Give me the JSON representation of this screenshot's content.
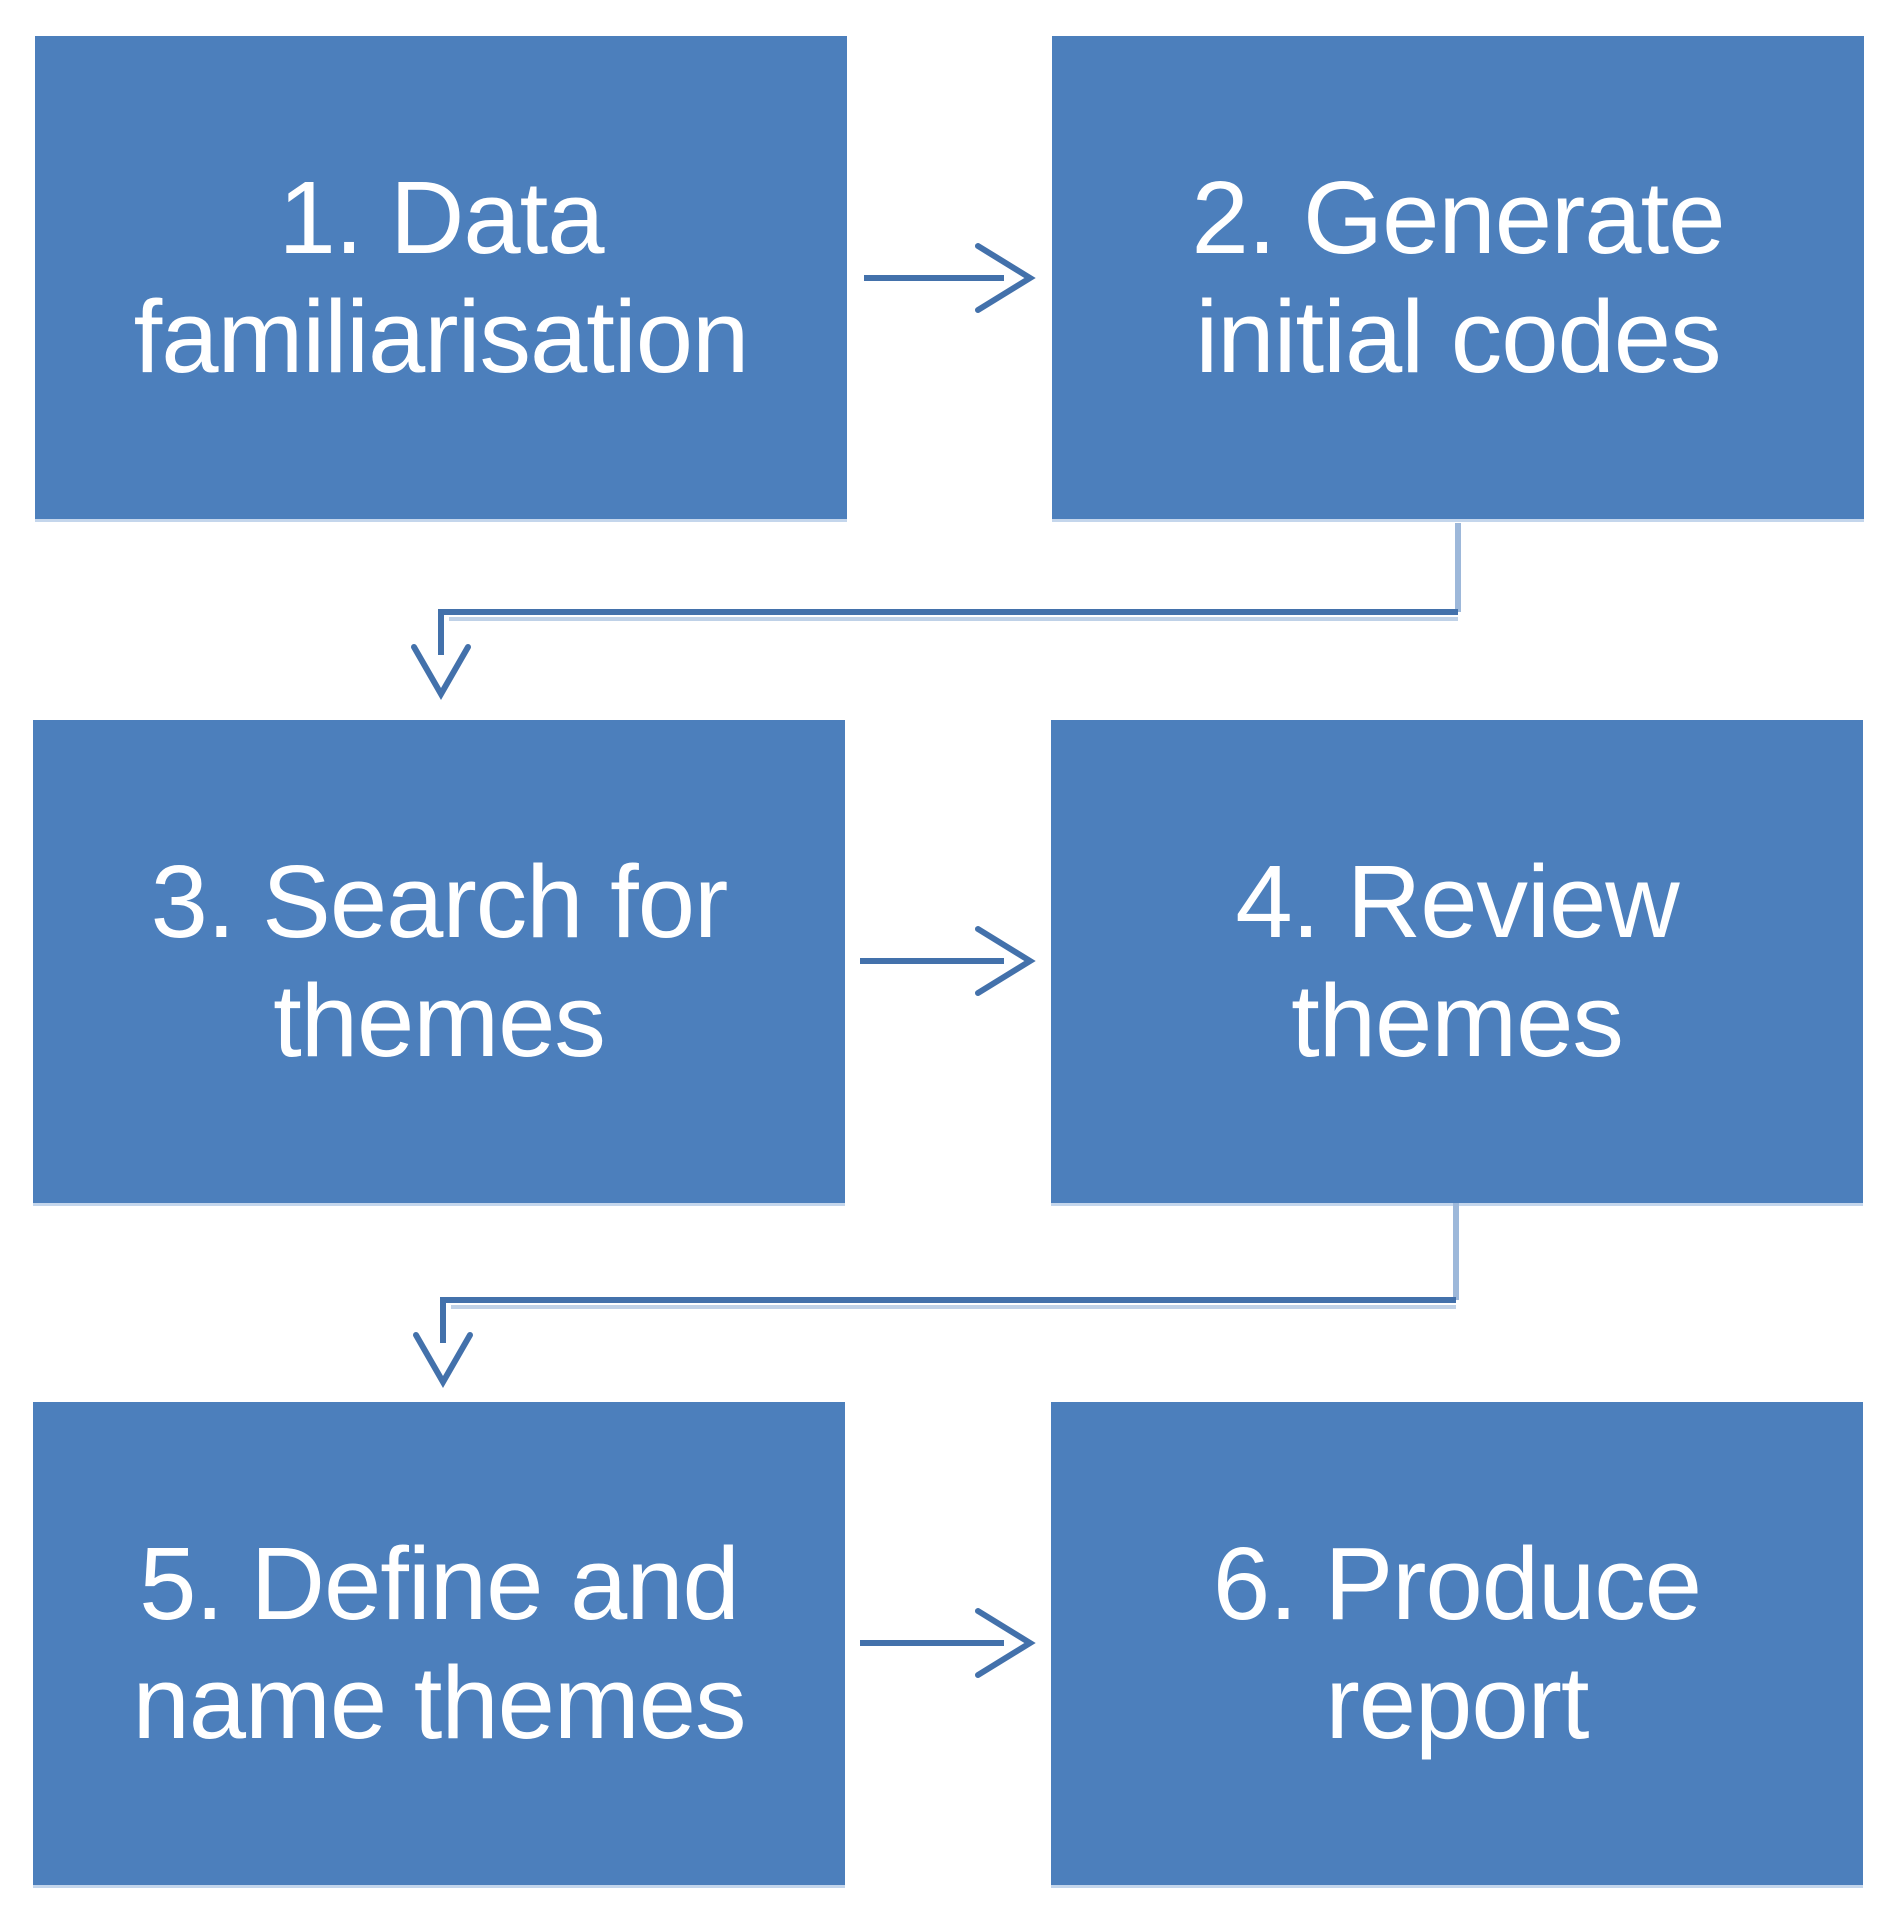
{
  "diagram": {
    "boxes": [
      {
        "id": 1,
        "label": "1. Data\nfamiliarisation"
      },
      {
        "id": 2,
        "label": "2. Generate\ninitial codes"
      },
      {
        "id": 3,
        "label": "3. Search for\nthemes"
      },
      {
        "id": 4,
        "label": "4. Review\nthemes"
      },
      {
        "id": 5,
        "label": "5. Define and\nname themes"
      },
      {
        "id": 6,
        "label": "6. Produce\nreport"
      }
    ],
    "connections": [
      {
        "from": 1,
        "to": 2,
        "shape": "straight-right"
      },
      {
        "from": 2,
        "to": 3,
        "shape": "elbow-down-left-down"
      },
      {
        "from": 3,
        "to": 4,
        "shape": "straight-right"
      },
      {
        "from": 4,
        "to": 5,
        "shape": "elbow-down-left-down"
      },
      {
        "from": 5,
        "to": 6,
        "shape": "straight-right"
      }
    ],
    "colors": {
      "box_fill": "#4c7fbc",
      "box_text": "#ffffff",
      "arrow_main": "#4371ab",
      "arrow_light": "#9db8da",
      "background": "#ffffff"
    }
  }
}
